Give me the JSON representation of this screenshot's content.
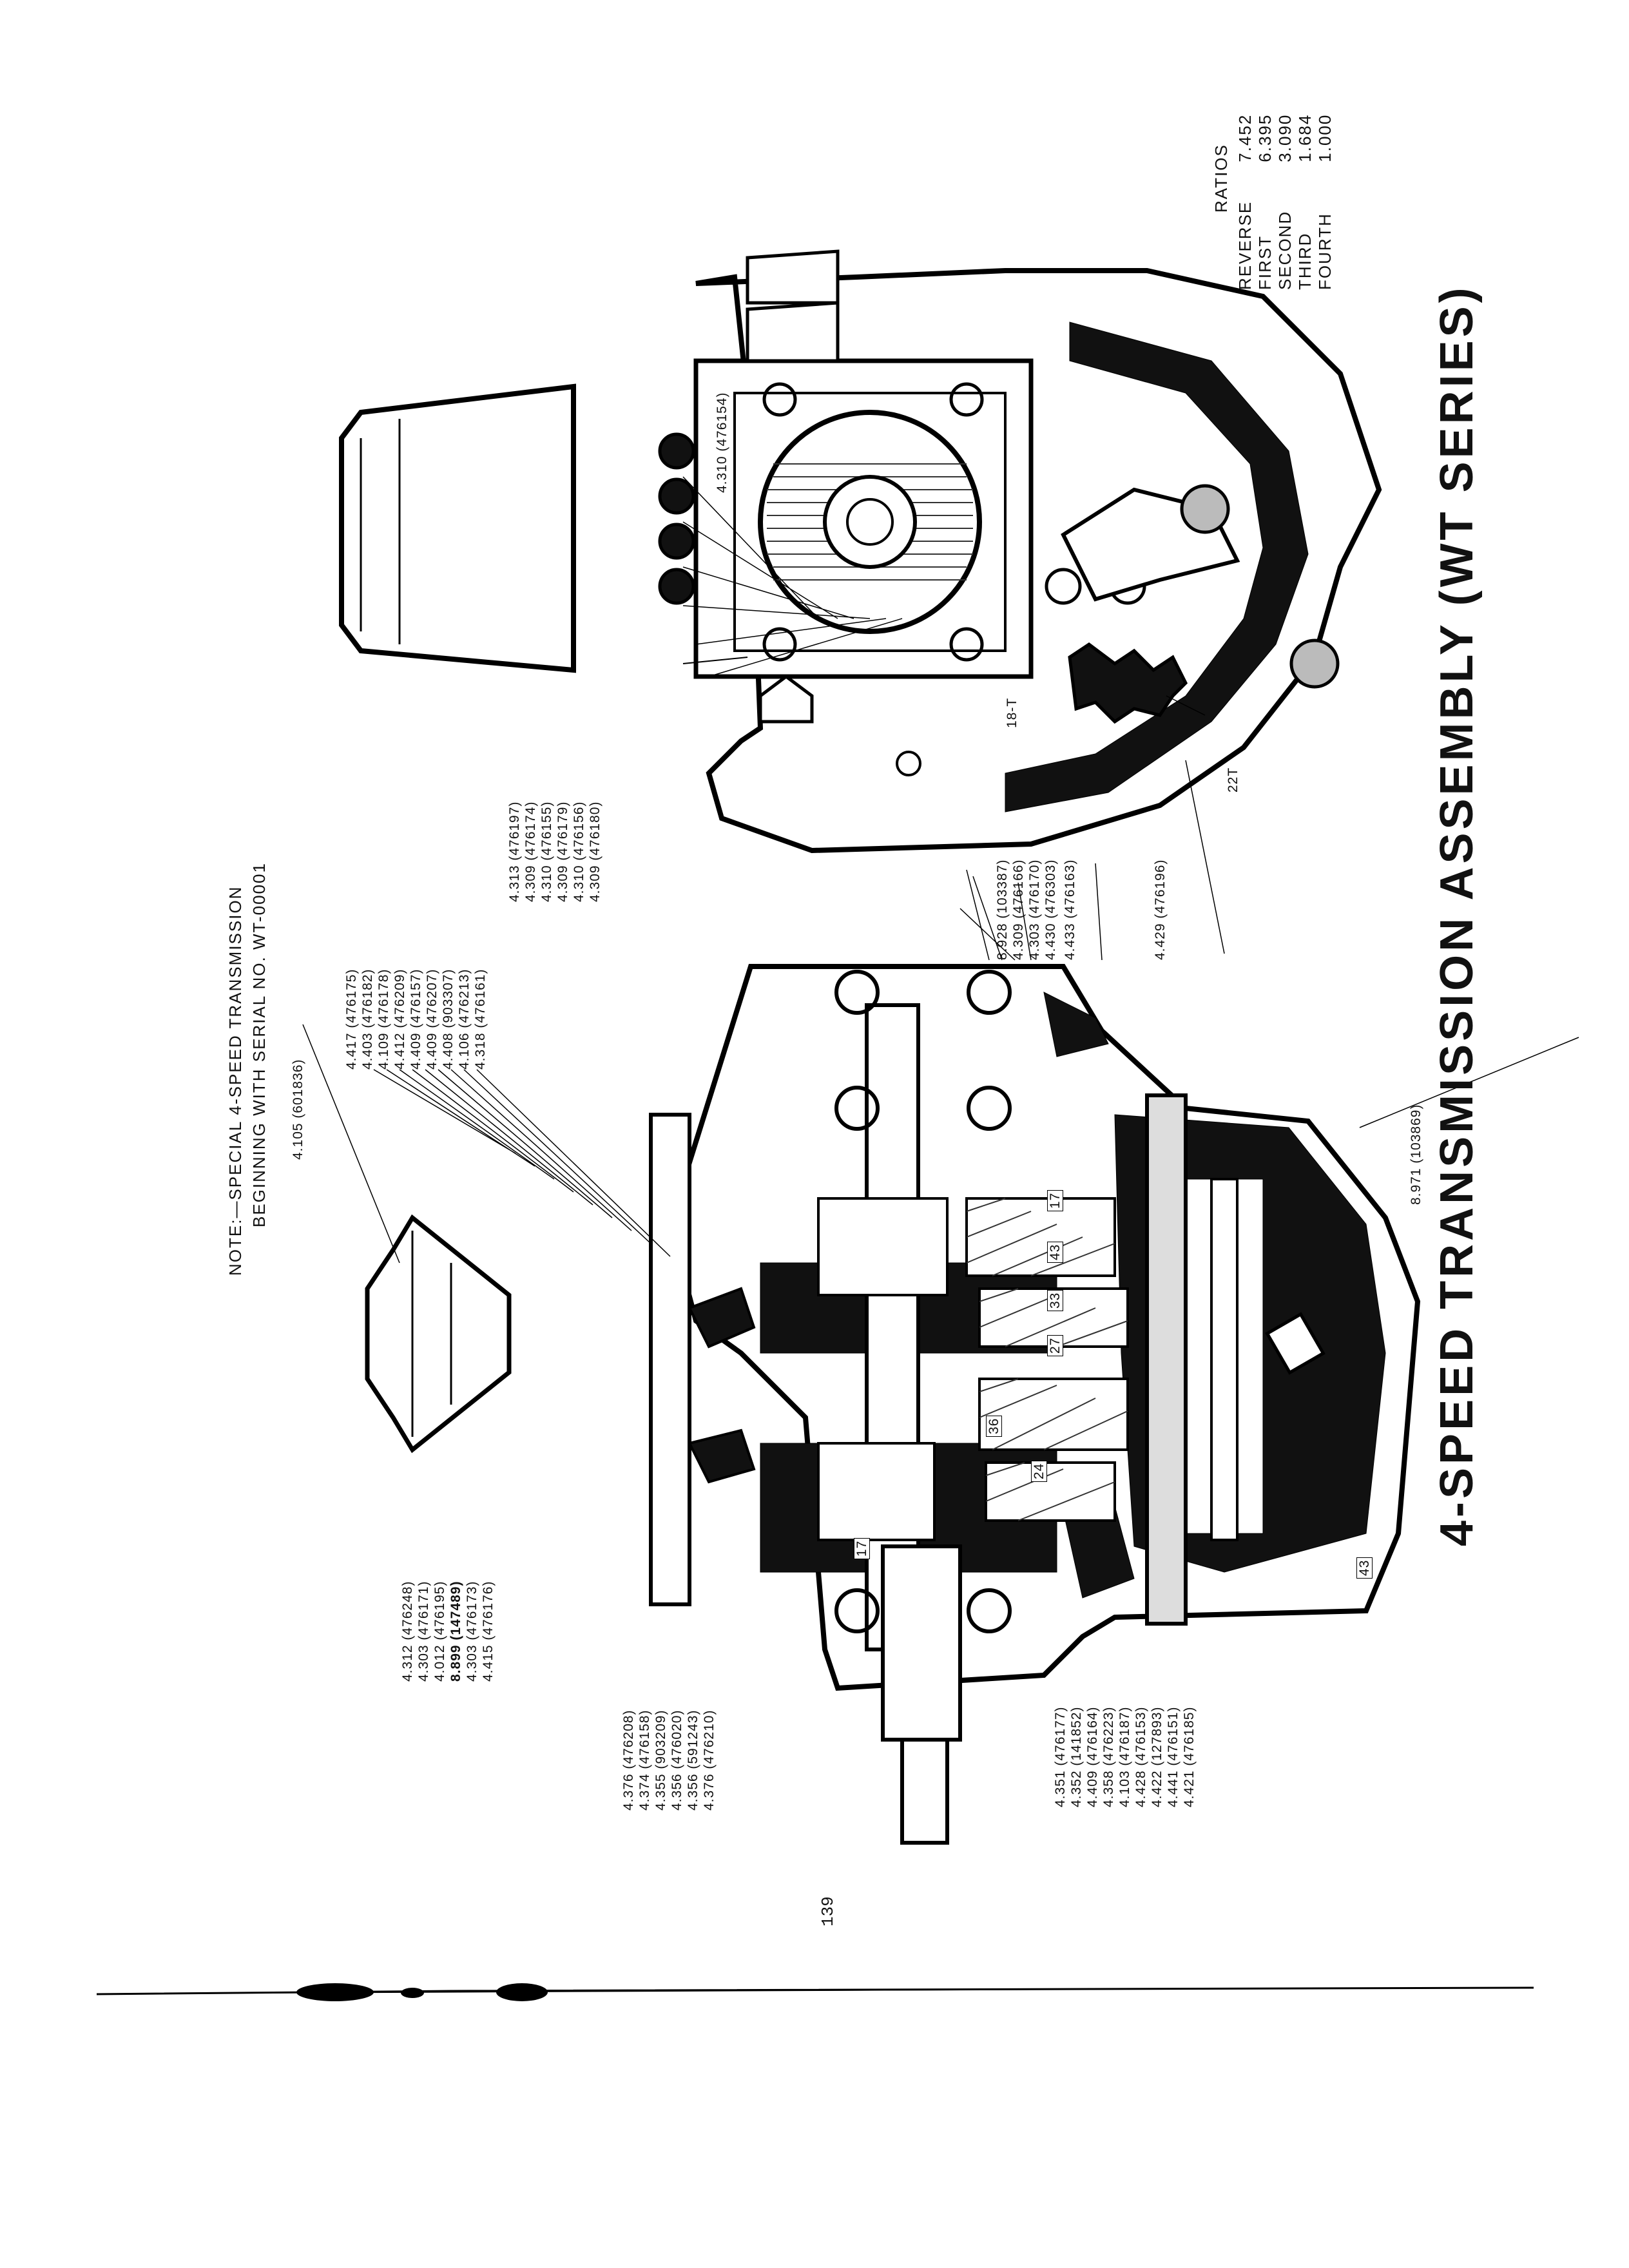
{
  "note": {
    "line1": "NOTE:—SPECIAL 4-SPEED TRANSMISSION",
    "line2": "BEGINNING WITH SERIAL NO. WT-00001"
  },
  "title": "4-SPEED TRANSMISSION ASSEMBLY (WT SERIES)",
  "page_number": "139",
  "ratios": {
    "header": "RATIOS",
    "rows": [
      {
        "gear": "REVERSE",
        "value": "7.452"
      },
      {
        "gear": "FIRST",
        "value": "6.395"
      },
      {
        "gear": "SECOND",
        "value": "3.090"
      },
      {
        "gear": "THIRD",
        "value": "1.684"
      },
      {
        "gear": "FOURTH",
        "value": "1.000"
      }
    ]
  },
  "callouts": {
    "top_single": "4.105 (601836)",
    "top_group": [
      "4.417 (476175)",
      "4.403 (476182)",
      "4.109 (476178)",
      "4.412 (476209)",
      "4.409 (476157)",
      "4.409 (476207)",
      "4.408 (903307)",
      "4.106 (476213)",
      "4.318 (476161)"
    ],
    "left_group": [
      "4.312 (476248)",
      "4.303 (476171)",
      "4.012 (476195)",
      "8.899 (147489)",
      "4.303 (476173)",
      "4.415 (476176)"
    ],
    "front_group": [
      "4.376 (476208)",
      "4.374 (476158)",
      "4.355 (903209)",
      "4.356 (476020)",
      "4.356 (591243)",
      "4.376 (476210)"
    ],
    "bottom_group": [
      "4.351 (476177)",
      "4.352 (141852)",
      "4.409 (476164)",
      "4.358 (476223)",
      "4.103 (476187)",
      "4.428 (476153)",
      "4.422 (127893)",
      "4.441 (476151)",
      "4.421 (476185)"
    ],
    "drain_plug": "8.971 (103869)",
    "side_top_group": [
      "4.313 (476197)",
      "4.309 (476174)",
      "4.310 (476155)",
      "4.309 (476179)",
      "4.310 (476156)",
      "4.309 (476180)"
    ],
    "side_inner": "4.310 (476154)",
    "side_mid_group": [
      "8.928 (103387)",
      "4.309 (476166)",
      "4.303 (476170)",
      "4.430 (476303)"
    ],
    "side_433": "4.433 (476163)",
    "side_429": "4.429 (476196)",
    "tooth_18": "18-T",
    "tooth_22": "22T"
  },
  "gear_teeth": [
    "17",
    "43",
    "33",
    "27",
    "36",
    "24",
    "17",
    "43"
  ]
}
